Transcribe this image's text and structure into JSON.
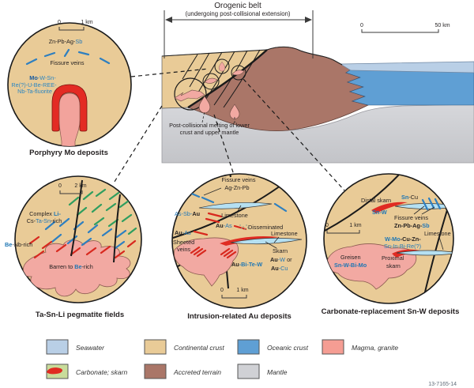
{
  "figure_number": "13-7165-14",
  "colors": {
    "continental_crust": "#e9cb97",
    "accreted_terrain": "#aa7668",
    "mantle": "#d0d1d5",
    "seawater": "#b9cfe6",
    "oceanic_crust": "#5f9fd4",
    "magma_granite": "#f59d93",
    "carbonate_green": "#c9dc9b",
    "skarn_red": "#e02b22",
    "limestone_lens": "#b5e0f2",
    "vein_blue": "#2e7fc0",
    "vein_green": "#2f9e5f",
    "vein_red": "#d8281e",
    "label_blue": "#2579b8"
  },
  "section": {
    "orogenic_title": "Orogenic belt",
    "orogenic_sub": "(undergoing post-collisional extension)",
    "melting_line1": "Post-collisional melting of lower",
    "melting_line2": "crust and upper mantle",
    "scale": {
      "zero": "0",
      "max": "50 km"
    }
  },
  "porphyry": {
    "title": "Porphyry Mo deposits",
    "scale": {
      "zero": "0",
      "max": "1 km"
    },
    "labels": {
      "zn_pb_ag": "Zn-Pb-Ag-",
      "sb": "Sb",
      "fissure": "Fissure veins",
      "mo": "Mo",
      "mo_rest1": "-W-Sn-",
      "mo_line2": "Re(?)-U-Be-REE-",
      "mo_line3": "Nb-Ta-fluorite"
    }
  },
  "pegmatite": {
    "title": "Ta-Sn-Li pegmatite fields",
    "scale": {
      "zero": "0",
      "max": "2 km"
    },
    "labels": {
      "complex": "Complex ",
      "li": "Li-",
      "cs": "Cs-",
      "ta_sn": "Ta-Sn",
      "rich": "-rich",
      "be": "Be",
      "nb_rich": "-Nb-rich",
      "barren": "Barren to ",
      "be2": "Be",
      "rich2": "-rich"
    }
  },
  "intrusion": {
    "title": "Intrusion-related Au deposits",
    "scale": {
      "zero": "0",
      "max": "1 km"
    },
    "labels": {
      "fissure": "Fissure veins",
      "ag_zn_pb": "Ag-Zn-Pb",
      "limestone1": "Limestone",
      "as_sb": "As-Sb-",
      "au1": "Au",
      "au2": "Au",
      "as2": "-As",
      "au3": "Au",
      "as3": "-As",
      "disseminated": "Disseminated",
      "limestone2": "Limestone",
      "sheeted1": "Sheeted",
      "sheeted2": "veins",
      "skarn": "Skarn",
      "au4": "Au",
      "w": "-W",
      "or": " or",
      "au5": "Au",
      "cu": "-Cu",
      "au6": "Au",
      "bi_te_w": "-Bi-Te-W"
    }
  },
  "carbonate": {
    "title": "Carbonate-replacement Sn-W deposits",
    "scale": {
      "zero": "0",
      "max": "1 km"
    },
    "labels": {
      "distal": "Distal skarn",
      "sn1": "Sn",
      "cu1": "-Cu",
      "sn_w": "Sn-W",
      "fissure": "Fissure veins",
      "zn_pb_ag": "Zn-Pb-Ag-",
      "sb": "Sb",
      "limestone": "Limestone",
      "w_mo": "W-Mo",
      "cu_zn": "-Cu-Zn-",
      "sn_in_bi_re": "Sn-In-Bi-Re(?)",
      "greisen": "Greisen",
      "sn_w_bi_mo": "Sn-W-Bi-Mo",
      "proximal1": "Proximal",
      "proximal2": "skarn"
    }
  },
  "legend": {
    "items": [
      {
        "label": "Seawater"
      },
      {
        "label": "Continental crust"
      },
      {
        "label": "Oceanic crust"
      },
      {
        "label": "Magma, granite"
      },
      {
        "label": "Carbonate; skarn"
      },
      {
        "label": "Accreted terrain"
      },
      {
        "label": "Mantle"
      }
    ]
  }
}
